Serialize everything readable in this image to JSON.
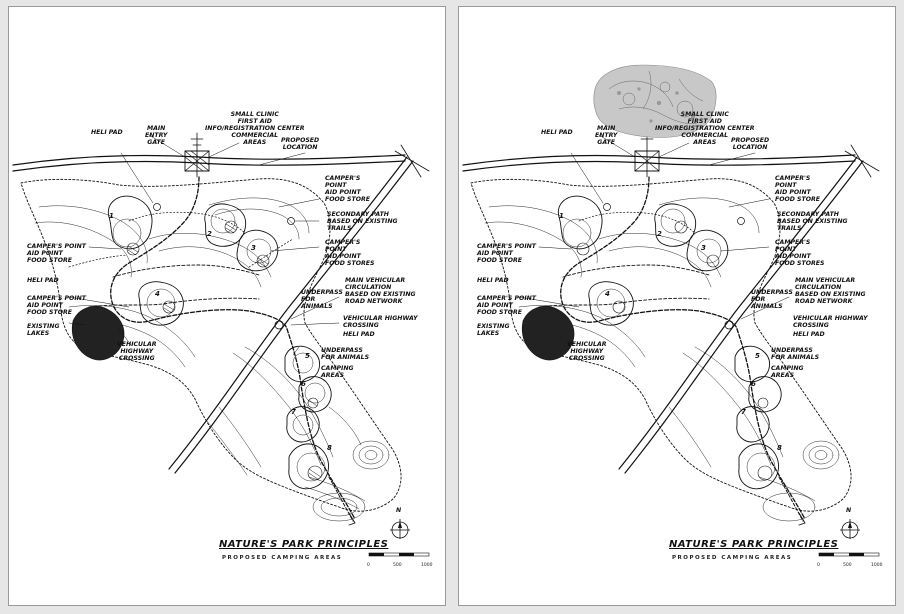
{
  "labels": {
    "heli_pad_top": "HELI PAD",
    "main_entry_gate": "MAIN\nENTRY\nGATE",
    "small_clinic": "SMALL CLINIC\nFIRST AID\nINFO/REGISTRATION CENTER\nCOMMERCIAL\nAREAS",
    "proposed_location": "PROPOSED\nLOCATION",
    "campers_point_right": "CAMPER'S\nPOINT\nAID POINT\nFOOD STORE",
    "secondary_path": "SECONDARY PATH\nBASED ON EXISTING\nTRAILS",
    "campers_point_left": "CAMPER'S POINT\nAID POINT\nFOOD STORE",
    "campers_point_mid": "CAMPER'S\nPOINT\nAID POINT\nFOOD STORES",
    "main_vehicular": "MAIN VEHICULAR\nCIRCULATION\nBASED ON EXISTING\nROAD NETWORK",
    "heli_pad_left": "HELI PAD",
    "campers_point_left2": "CAMPER'S POINT\nAID POINT\nFOOD STORE",
    "underpass": "UNDERPASS\nFOR\nANIMALS",
    "existing_lakes": "EXISTING\nLAKES",
    "vehicular_crossing_small": "VEHICULAR HIGHWAY CROSSING",
    "heli_pad_right": "HELI PAD",
    "vehicular_crossing": "VEHICULAR\nHIGHWAY\nCROSSING",
    "underpass_right": "UNDERPASS\nFOR ANIMALS",
    "camping_areas": "CAMPING\nAREAS"
  },
  "zones": [
    "1",
    "2",
    "3",
    "4",
    "5",
    "6",
    "7",
    "8"
  ],
  "title": "NATURE'S PARK PRINCIPLES",
  "subtitle": "PROPOSED CAMPING AREAS",
  "north_label": "N",
  "scale_labels": [
    "0",
    "500",
    "1000"
  ],
  "colors": {
    "ink": "#111111",
    "paper": "#ffffff",
    "background": "#e6e6e6"
  }
}
